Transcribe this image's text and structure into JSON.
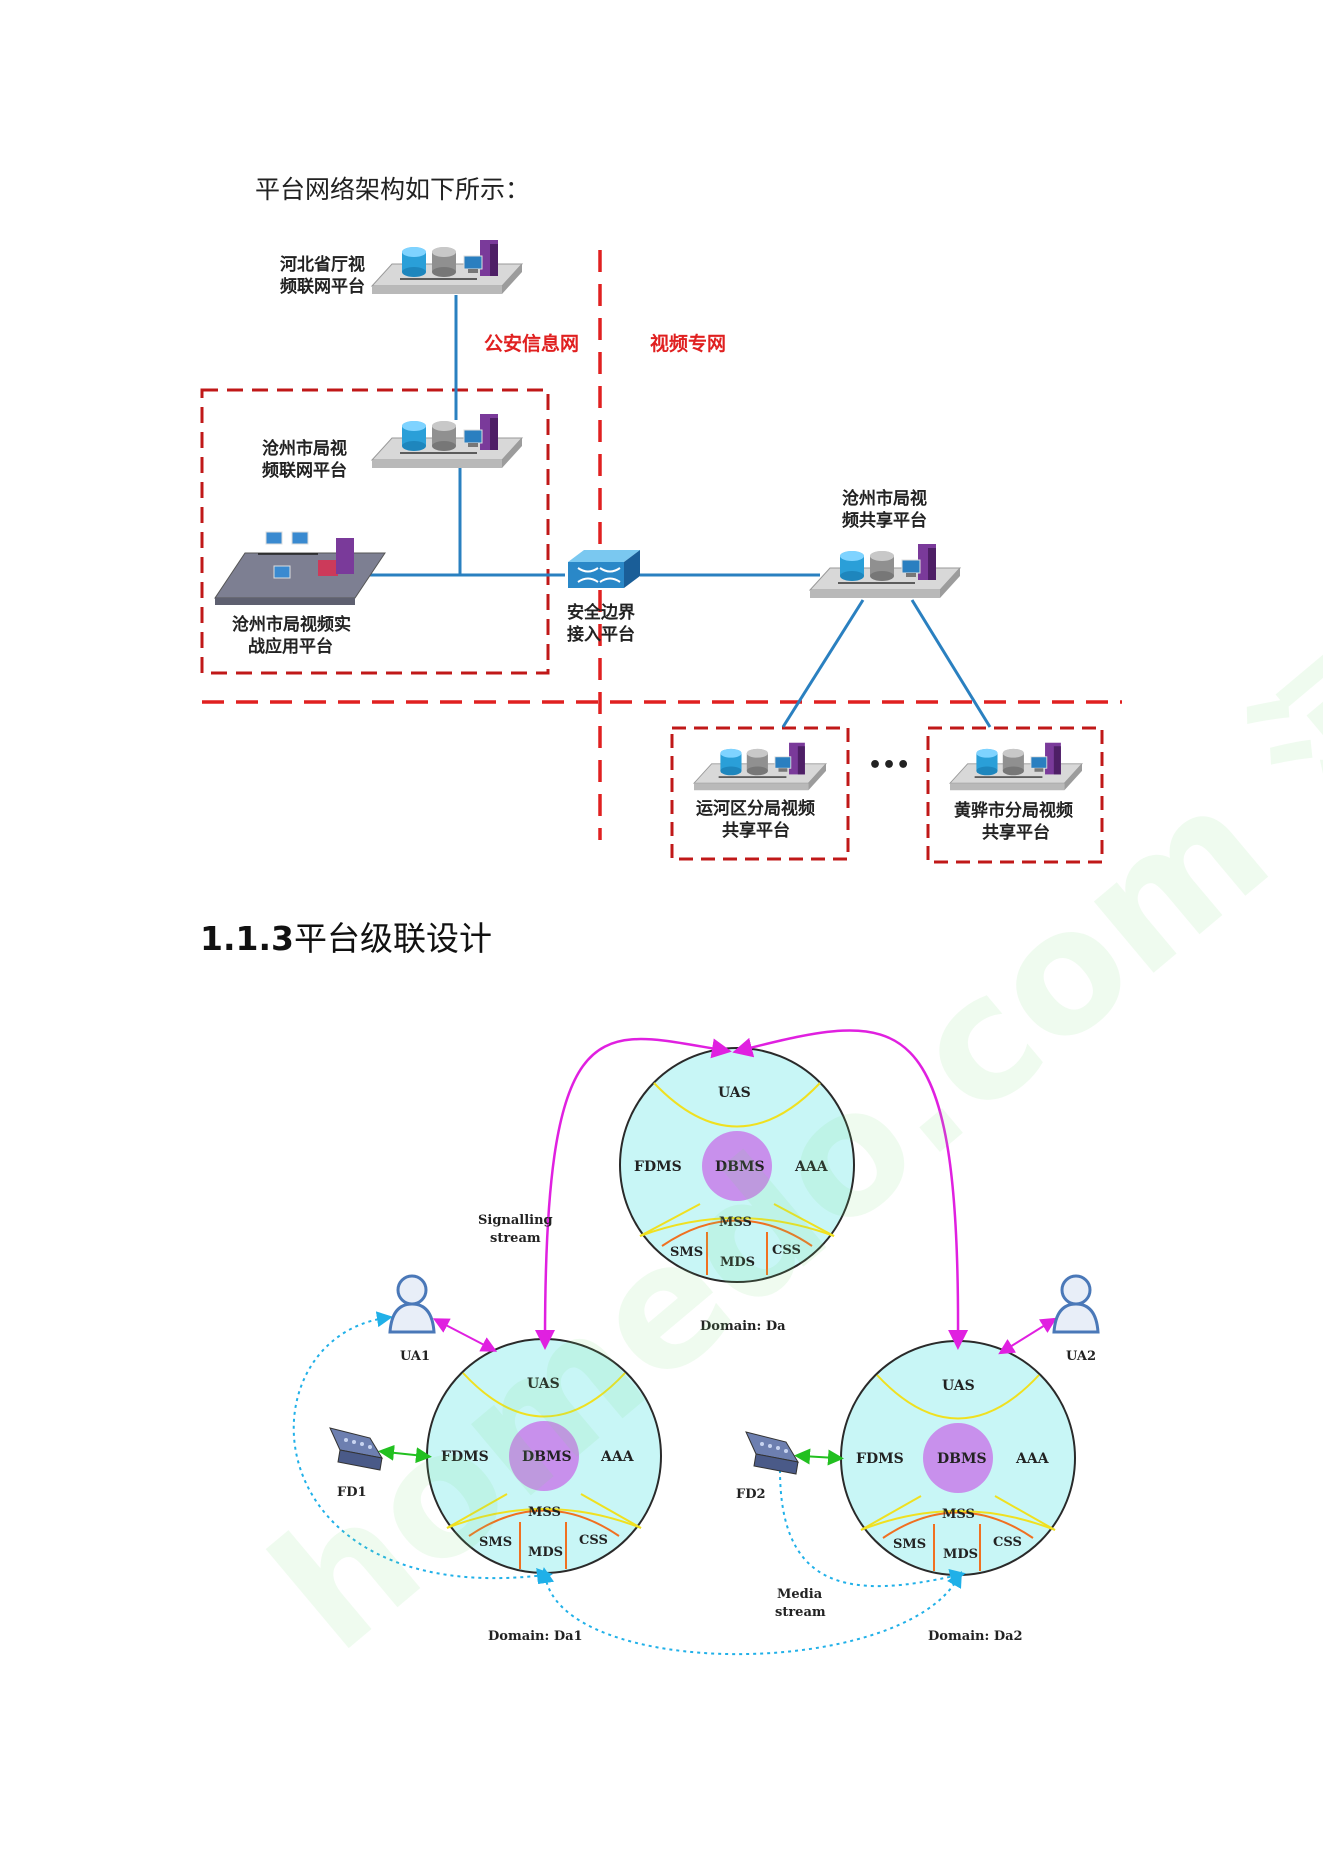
{
  "intro_text": "平台网络架构如下所示：",
  "heading": {
    "number": "1.1.3",
    "title": "平台级联设计"
  },
  "network": {
    "zone_labels": {
      "police_net": "公安信息网",
      "video_net": "视频专网"
    },
    "provincial": [
      "河北省厅视",
      "频联网平台"
    ],
    "city_net": [
      "沧州市局视",
      "频联网平台"
    ],
    "city_app": [
      "沧州市局视频实",
      "战应用平台"
    ],
    "gateway": [
      "安全边界",
      "接入平台"
    ],
    "city_share": [
      "沧州市局视",
      "频共享平台"
    ],
    "district_a": [
      "运河区分局视频",
      "共享平台"
    ],
    "district_b": [
      "黄骅市分局视频",
      "共享平台"
    ],
    "ellipsis": "•••"
  },
  "cascade": {
    "top": {
      "uas": "UAS",
      "fdms": "FDMS",
      "dbms": "DBMS",
      "aaa": "AAA",
      "mss": "MSS",
      "sms": "SMS",
      "mds": "MDS",
      "css": "CSS",
      "domain": "Domain: Da"
    },
    "left": {
      "uas": "UAS",
      "fdms": "FDMS",
      "dbms": "DBMS",
      "aaa": "AAA",
      "mss": "MSS",
      "sms": "SMS",
      "mds": "MDS",
      "css": "CSS",
      "domain": "Domain: Da1"
    },
    "right": {
      "uas": "UAS",
      "fdms": "FDMS",
      "dbms": "DBMS",
      "aaa": "AAA",
      "mss": "MSS",
      "sms": "SMS",
      "mds": "MDS",
      "css": "CSS",
      "domain": "Domain: Da2"
    },
    "signalling": [
      "Signalling",
      "stream"
    ],
    "media": [
      "Media",
      "stream"
    ],
    "ua1": "UA1",
    "ua2": "UA2",
    "fd1": "FD1",
    "fd2": "FD2"
  },
  "watermark": "homedo.com 河姆渡"
}
